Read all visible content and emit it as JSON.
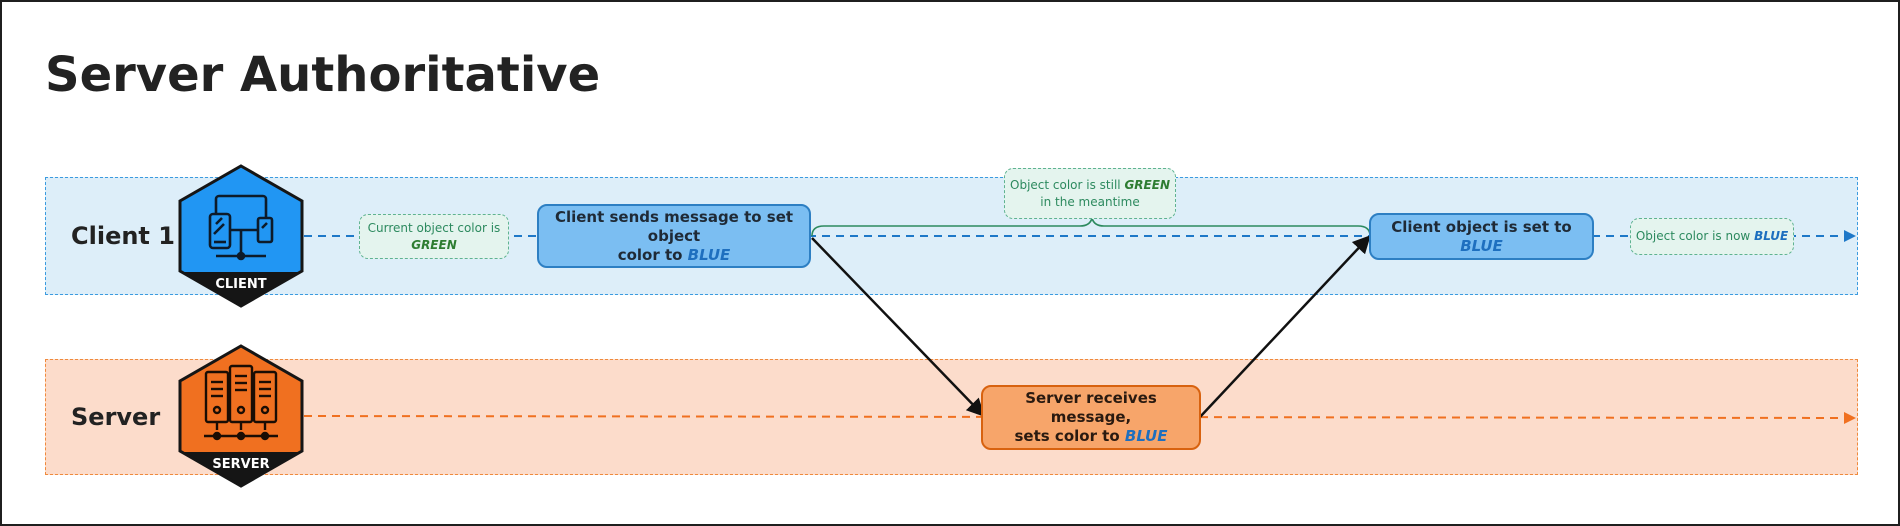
{
  "title": "Server Authoritative",
  "lanes": {
    "client": {
      "label": "Client 1",
      "badge": "CLIENT"
    },
    "server": {
      "label": "Server",
      "badge": "SERVER"
    }
  },
  "notes": {
    "current": {
      "line1": "Current object color is",
      "color_word": "GREEN"
    },
    "still": {
      "prefix": "Object color is still ",
      "color_word": "GREEN",
      "line2": "in the meantime"
    },
    "now": {
      "prefix": "Object color is now ",
      "color_word": "BLUE"
    }
  },
  "steps": {
    "client_send": {
      "line1": "Client sends message to set object",
      "line2": "color to ",
      "color_word": "BLUE"
    },
    "server_receive": {
      "line1": "Server receives message,",
      "line2": "sets color to ",
      "color_word": "BLUE"
    },
    "client_set": {
      "text": "Client object is set to ",
      "color_word": "BLUE"
    }
  },
  "colors": {
    "client_fill": "#2196f3",
    "server_fill": "#f07020",
    "badge_dark": "#151515",
    "client_lane": "#ddeef9",
    "server_lane": "#fcdccb",
    "blue_word": "#1e6fbf",
    "green_word": "#2e7d32"
  },
  "icons": {
    "client": "devices-icon",
    "server": "server-rack-icon"
  }
}
